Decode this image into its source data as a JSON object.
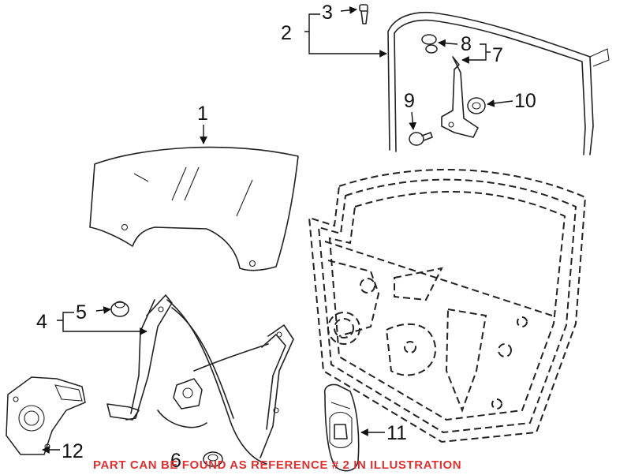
{
  "callouts": {
    "c1": "1",
    "c2": "2",
    "c3": "3",
    "c4": "4",
    "c5": "5",
    "c6": "6",
    "c7": "7",
    "c8": "8",
    "c9": "9",
    "c10": "10",
    "c11": "11",
    "c12": "12"
  },
  "notice": "PART CAN BE FOUND AS REFERENCE # 2 IN ILLUSTRATION",
  "colors": {
    "notice": "#e03131",
    "lines": "#222222",
    "background": "#ffffff"
  }
}
